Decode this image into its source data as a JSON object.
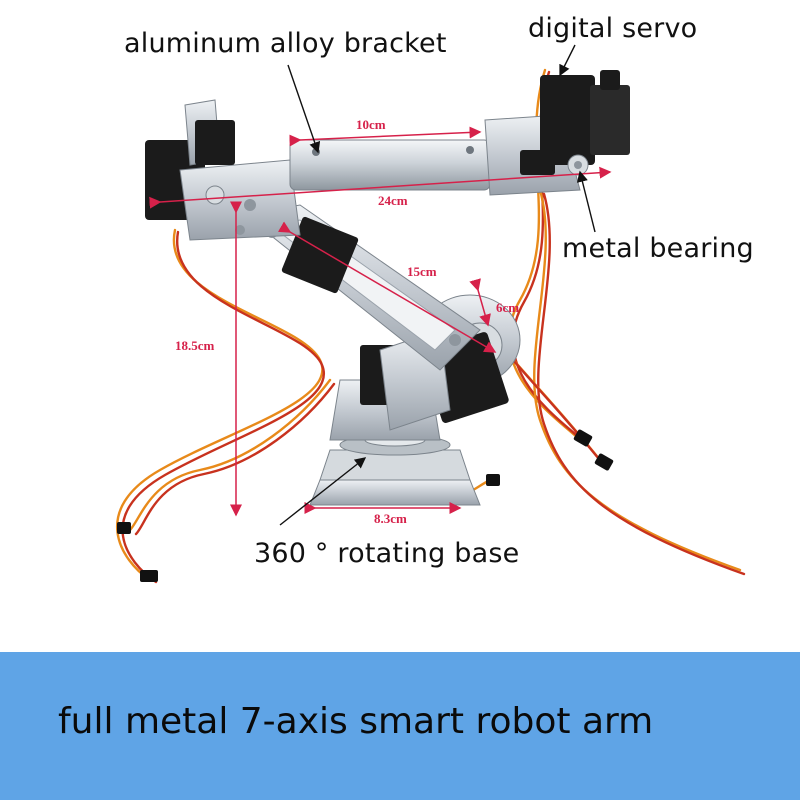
{
  "labels": {
    "bracket": "aluminum alloy bracket",
    "servo": "digital servo",
    "bearing": "metal bearing",
    "base": "360 ° rotating base"
  },
  "dimensions": {
    "d10": "10cm",
    "d24": "24cm",
    "d15": "15cm",
    "d6": "6cm",
    "d185": "18.5cm",
    "d83": "8.3cm"
  },
  "banner": {
    "text": "full metal 7-axis smart robot arm",
    "color": "#5fa4e6"
  },
  "colors": {
    "dimension": "#d6214a",
    "metal": "#c9ced4",
    "servo": "#1b1b1b",
    "wire_orange": "#e88a1a",
    "wire_red": "#c8321e"
  }
}
